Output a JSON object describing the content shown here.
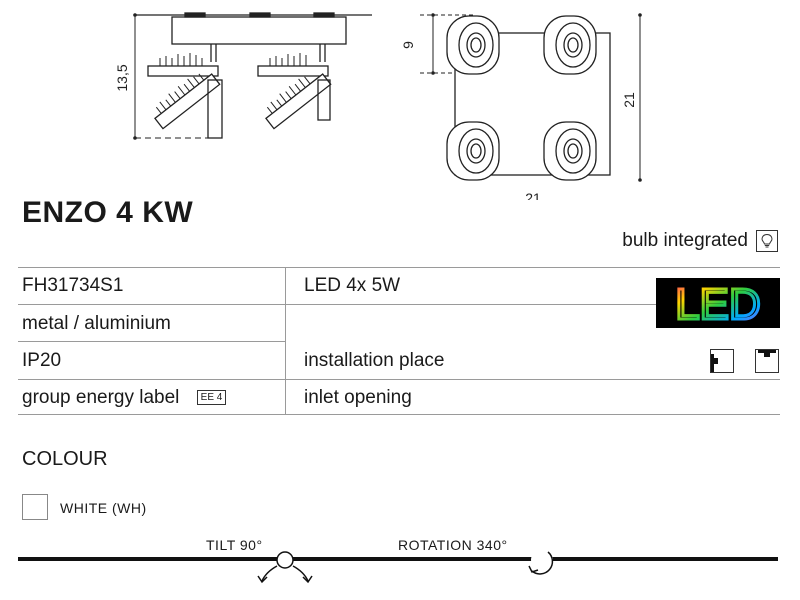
{
  "product": {
    "name": "ENZO 4 KW",
    "bulb_note": "bulb integrated"
  },
  "dimensions": {
    "height": "13,5",
    "head_size": "9",
    "width": "21",
    "depth": "21"
  },
  "specs": {
    "code": "FH31734S1",
    "material": "metal / aluminium",
    "ip": "IP20",
    "energy_label": "group energy label",
    "energy_badge": "EE 4",
    "light_source": "LED 4x 5W",
    "led_logo": "LED",
    "installation": "installation place",
    "inlet": "inlet opening"
  },
  "colour": {
    "heading": "COLOUR",
    "options": [
      {
        "label": "WHITE (WH)",
        "swatch": "#ffffff"
      }
    ]
  },
  "features": {
    "tilt": "TILT 90°",
    "rotation": "ROTATION 340°"
  }
}
